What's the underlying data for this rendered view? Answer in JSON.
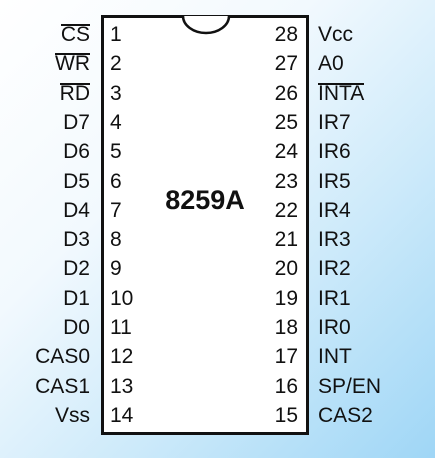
{
  "chip": {
    "part_number": "8259A"
  },
  "pins_left": [
    {
      "num": "1",
      "signal": "CS",
      "active_low": true
    },
    {
      "num": "2",
      "signal": "WR",
      "active_low": true
    },
    {
      "num": "3",
      "signal": "RD",
      "active_low": true
    },
    {
      "num": "4",
      "signal": "D7",
      "active_low": false
    },
    {
      "num": "5",
      "signal": "D6",
      "active_low": false
    },
    {
      "num": "6",
      "signal": "D5",
      "active_low": false
    },
    {
      "num": "7",
      "signal": "D4",
      "active_low": false
    },
    {
      "num": "8",
      "signal": "D3",
      "active_low": false
    },
    {
      "num": "9",
      "signal": "D2",
      "active_low": false
    },
    {
      "num": "10",
      "signal": "D1",
      "active_low": false
    },
    {
      "num": "11",
      "signal": "D0",
      "active_low": false
    },
    {
      "num": "12",
      "signal": "CAS0",
      "active_low": false
    },
    {
      "num": "13",
      "signal": "CAS1",
      "active_low": false
    },
    {
      "num": "14",
      "signal": "Vss",
      "active_low": false
    }
  ],
  "pins_right": [
    {
      "num": "28",
      "signal": "Vcc",
      "active_low": false
    },
    {
      "num": "27",
      "signal": "A0",
      "active_low": false
    },
    {
      "num": "26",
      "signal": "INTA",
      "active_low": true
    },
    {
      "num": "25",
      "signal": "IR7",
      "active_low": false
    },
    {
      "num": "24",
      "signal": "IR6",
      "active_low": false
    },
    {
      "num": "23",
      "signal": "IR5",
      "active_low": false
    },
    {
      "num": "22",
      "signal": "IR4",
      "active_low": false
    },
    {
      "num": "21",
      "signal": "IR3",
      "active_low": false
    },
    {
      "num": "20",
      "signal": "IR2",
      "active_low": false
    },
    {
      "num": "19",
      "signal": "IR1",
      "active_low": false
    },
    {
      "num": "18",
      "signal": "IR0",
      "active_low": false
    },
    {
      "num": "17",
      "signal": "INT",
      "active_low": false
    },
    {
      "num": "16",
      "signal": "SP/EN",
      "active_low": false
    },
    {
      "num": "15",
      "signal": "CAS2",
      "active_low": false
    }
  ],
  "colors": {
    "outline": "#111111",
    "chip_fill": "#ffffff",
    "background_light": "#ffffff",
    "background_dark": "#9fd6f6"
  }
}
